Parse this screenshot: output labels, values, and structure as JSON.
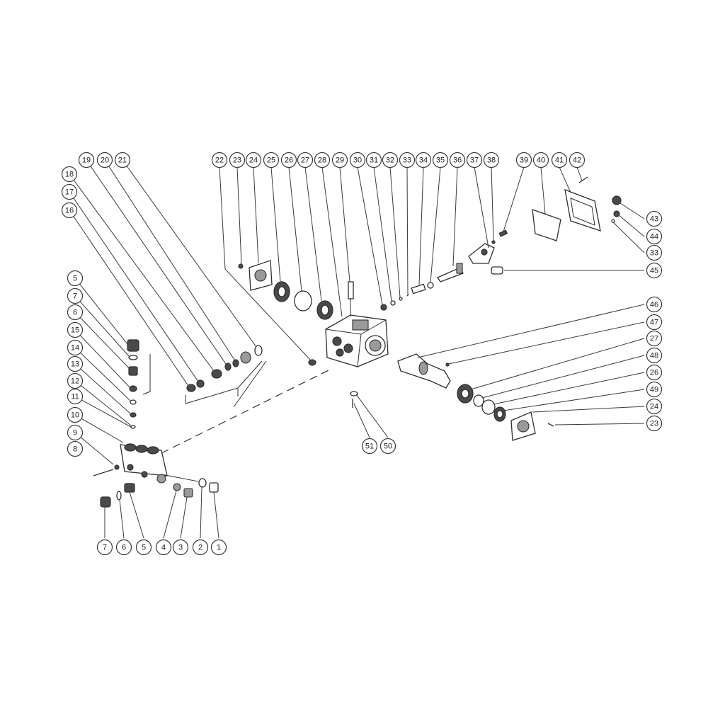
{
  "diagram": {
    "type": "exploded-parts-diagram",
    "callouts": [
      "1",
      "2",
      "3",
      "4",
      "5",
      "6",
      "7",
      "8",
      "9",
      "10",
      "11",
      "12",
      "13",
      "14",
      "15",
      "16",
      "17",
      "18",
      "19",
      "20",
      "21",
      "22",
      "23",
      "24",
      "25",
      "26",
      "27",
      "28",
      "29",
      "30",
      "31",
      "32",
      "33",
      "34",
      "35",
      "36",
      "37",
      "38",
      "39",
      "40",
      "41",
      "42",
      "43",
      "44",
      "45",
      "46",
      "47",
      "48",
      "49",
      "50",
      "51"
    ]
  }
}
